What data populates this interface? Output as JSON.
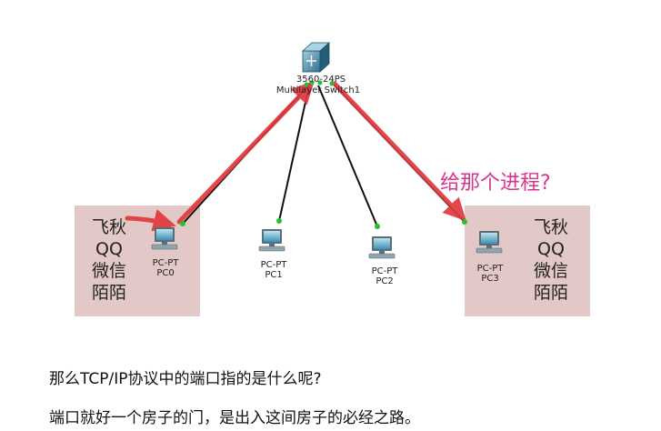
{
  "switch": {
    "model": "3560-24PS",
    "name": "Multilayer Switch1"
  },
  "pcs": [
    {
      "type": "PC-PT",
      "name": "PC0"
    },
    {
      "type": "PC-PT",
      "name": "PC1"
    },
    {
      "type": "PC-PT",
      "name": "PC2"
    },
    {
      "type": "PC-PT",
      "name": "PC3"
    }
  ],
  "left_host_apps": [
    "飞秋",
    "QQ",
    "微信",
    "陌陌"
  ],
  "right_host_apps": [
    "飞秋",
    "QQ",
    "微信",
    "陌陌"
  ],
  "annotation": "给那个进程?",
  "paragraphs": [
    "那么TCP/IP协议中的端口指的是什么呢?",
    "端口就好一个房子的门，是出入这间房子的必经之路。"
  ],
  "colors": {
    "host_box": "#e2c8c6",
    "arrow": "#e0393c",
    "annotation": "#d7368d",
    "link": "#111111",
    "port_dot": "#22c22e"
  }
}
